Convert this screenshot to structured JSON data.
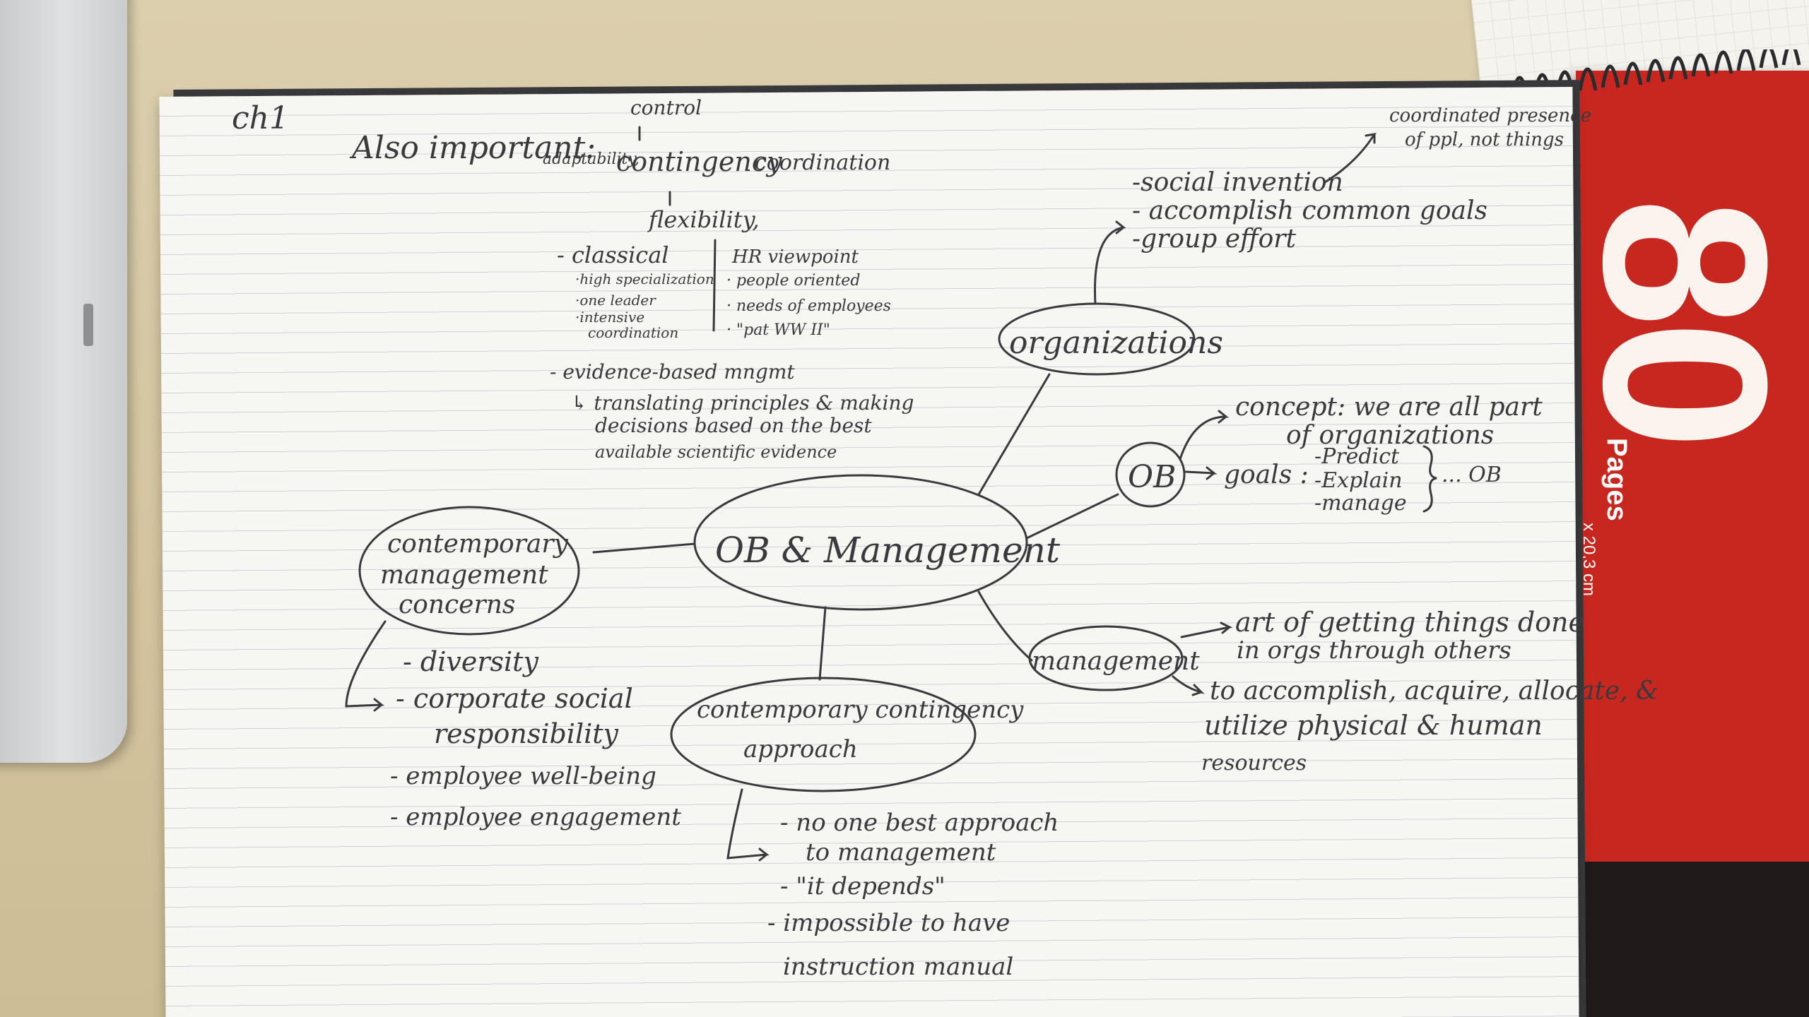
{
  "notebook": {
    "count": "80",
    "pages_label": "Pages",
    "size_label": "x 20,3 cm"
  },
  "notes": {
    "chapter": "ch1",
    "also_important": "Also important:",
    "adaptability": "adaptability,",
    "control": "control",
    "contingency": "contingency",
    "coordination": "coordination",
    "flexibility": "flexibility,",
    "classical": "- classical",
    "classical_items": [
      "·high specialization",
      "·one leader",
      "·intensive",
      "coordination"
    ],
    "hr_viewpoint": "HR viewpoint",
    "hr_items": [
      "· people oriented",
      "· needs of employees",
      "· \"pat WW II\""
    ],
    "evidence": "- evidence-based mngmt",
    "evidence_desc": [
      "↳ translating principles & making",
      "decisions based on the best",
      "available scientific evidence"
    ],
    "center": "OB & Management",
    "organizations": "organizations",
    "org_items": [
      "-social invention",
      "- accomplish common goals",
      "-group effort"
    ],
    "org_note": [
      "coordinated presence",
      "of ppl, not things"
    ],
    "ob": "OB",
    "ob_concept": [
      "concept: we are all part",
      "of organizations"
    ],
    "ob_goals": "goals :",
    "ob_goal_items": [
      "-Predict",
      "-Explain",
      "-manage"
    ],
    "ob_goal_tail": "... OB",
    "management": "management",
    "mgmt_def1": [
      "art of getting things done",
      "in orgs through others"
    ],
    "mgmt_def2": [
      "to accomplish, acquire, allocate, &",
      "utilize physical & human",
      "resources"
    ],
    "concerns": [
      "contemporary",
      "management",
      "concerns"
    ],
    "concern_items": [
      "- diversity",
      "- corporate social",
      "responsibility",
      "- employee well-being",
      "- employee engagement"
    ],
    "contingency_node": [
      "contemporary contingency",
      "approach"
    ],
    "contingency_items": [
      "- no one best approach",
      "to management",
      "- \"it depends\"",
      "- impossible to have",
      "instruction manual"
    ]
  }
}
